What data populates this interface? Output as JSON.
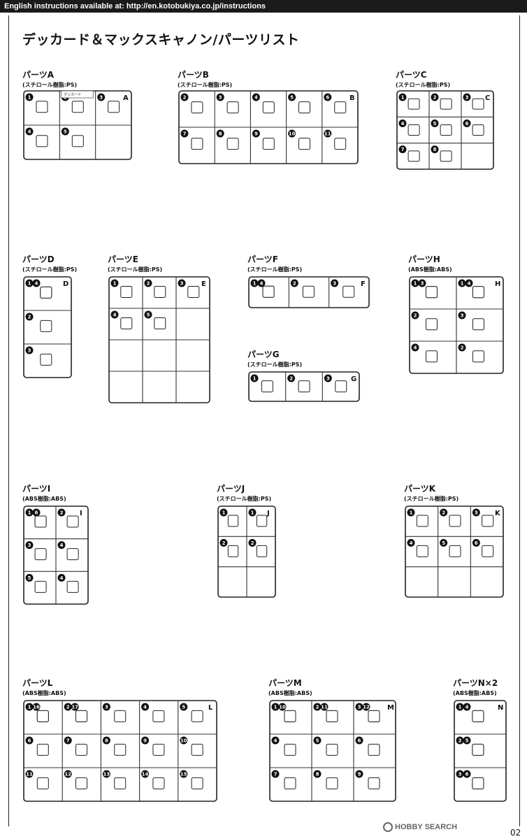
{
  "banner": "English instructions available at: http://en.kotobukiya.co.jp/instructions",
  "title": "デッカード＆マックスキャノン/パーツリスト",
  "parts": [
    {
      "name": "パーツA",
      "material": "(スチロール樹脂:PS)",
      "letter": "A",
      "nums": [
        "1",
        "2",
        "3",
        "4",
        "5"
      ],
      "tab": "デッカード"
    },
    {
      "name": "パーツB",
      "material": "(スチロール樹脂:PS)",
      "letter": "B",
      "nums": [
        "2",
        "3",
        "4",
        "5",
        "6",
        "7",
        "8",
        "9",
        "10",
        "11"
      ]
    },
    {
      "name": "パーツC",
      "material": "(スチロール樹脂:PS)",
      "letter": "C",
      "nums": [
        "1",
        "2",
        "3",
        "4",
        "5",
        "6",
        "7",
        "8"
      ]
    },
    {
      "name": "パーツD",
      "material": "(スチロール樹脂:PS)",
      "letter": "D",
      "nums": [
        "1",
        "2",
        "3",
        "4"
      ]
    },
    {
      "name": "パーツE",
      "material": "(スチロール樹脂:PS)",
      "letter": "E",
      "nums": [
        "1",
        "2",
        "3",
        "4",
        "5"
      ]
    },
    {
      "name": "パーツF",
      "material": "(スチロール樹脂:PS)",
      "letter": "F",
      "nums": [
        "1",
        "2",
        "3",
        "4"
      ]
    },
    {
      "name": "パーツG",
      "material": "(スチロール樹脂:PS)",
      "letter": "G",
      "nums": [
        "1",
        "2",
        "3"
      ]
    },
    {
      "name": "パーツH",
      "material": "(ABS樹脂:ABS)",
      "letter": "H",
      "nums": [
        "1",
        "1",
        "2",
        "3",
        "4",
        "2",
        "3",
        "4"
      ]
    },
    {
      "name": "パーツI",
      "material": "(ABS樹脂:ABS)",
      "letter": "I",
      "nums": [
        "1",
        "2",
        "3",
        "4",
        "5",
        "4",
        "6"
      ]
    },
    {
      "name": "パーツJ",
      "material": "(スチロール樹脂:PS)",
      "letter": "J",
      "nums": [
        "1",
        "1",
        "2",
        "2"
      ]
    },
    {
      "name": "パーツK",
      "material": "(スチロール樹脂:PS)",
      "letter": "K",
      "nums": [
        "1",
        "2",
        "3",
        "4",
        "5",
        "6"
      ]
    },
    {
      "name": "パーツL",
      "material": "(ABS樹脂:ABS)",
      "letter": "L",
      "nums": [
        "1",
        "2",
        "3",
        "4",
        "5",
        "6",
        "7",
        "8",
        "9",
        "10",
        "11",
        "12",
        "13",
        "14",
        "15",
        "16",
        "17"
      ]
    },
    {
      "name": "パーツM",
      "material": "(ABS樹脂:ABS)",
      "letter": "M",
      "nums": [
        "1",
        "2",
        "3",
        "4",
        "5",
        "6",
        "7",
        "8",
        "9",
        "10",
        "11",
        "12"
      ]
    },
    {
      "name": "パーツN×2",
      "material": "(ABS樹脂:ABS)",
      "letter": "N",
      "nums": [
        "1",
        "2",
        "3",
        "4",
        "5",
        "6"
      ]
    }
  ],
  "footer": {
    "watermark": "HOBBY SEARCH",
    "page": "02"
  }
}
